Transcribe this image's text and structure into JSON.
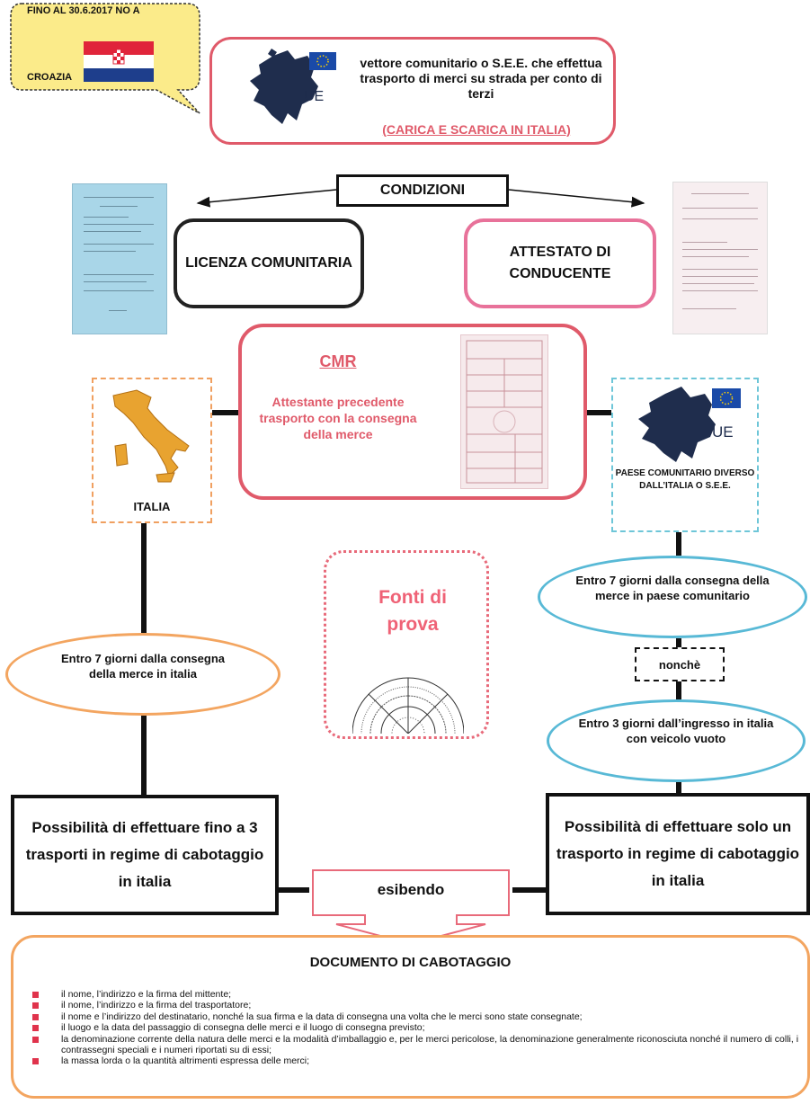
{
  "callout": {
    "line1": "FINO AL 30.6.2017 NO A",
    "line2": "CROAZIA"
  },
  "header": {
    "badge": "UE",
    "description": "vettore comunitario o S.E.E. che effettua trasporto di merci su strada per conto di terzi",
    "subtitle": "(CARICA E SCARICA IN ITALIA)"
  },
  "conditions": {
    "label": "CONDIZIONI",
    "licenza": "LICENZA COMUNITARIA",
    "attestato": "ATTESTATO DI CONDUCENTE"
  },
  "cmr": {
    "title": "CMR",
    "description": "Attestante precedente trasporto con la consegna della merce"
  },
  "left_branch": {
    "country": "ITALIA",
    "deadline": "Entro 7 giorni  dalla consegna della merce in italia",
    "possibility": "Possibilità di effettuare fino a 3 trasporti in regime di cabotaggio in italia"
  },
  "right_branch": {
    "badge": "UE",
    "country": "PAESE COMUNITARIO DIVERSO DALL’ITALIA O S.E.E.",
    "deadline1": "Entro 7 giorni dalla consegna della merce in paese comunitario",
    "connector": "nonchè",
    "deadline2": "Entro 3 giorni dall’ingresso in italia con veicolo vuoto",
    "possibility": "Possibilità di effettuare solo un trasporto in regime di cabotaggio in italia"
  },
  "fonti": {
    "label": "Fonti di prova"
  },
  "exhibit": {
    "label": "esibendo"
  },
  "document": {
    "title": "DOCUMENTO DI CABOTAGGIO",
    "items": [
      "il nome, l’indirizzo e la firma del mittente;",
      "il nome, l’indirizzo e la firma del trasportatore;",
      "il nome e l’indirizzo del destinatario, nonché la sua firma e la data di consegna una volta che le merci sono state consegnate;",
      "il luogo e la data del passaggio di consegna delle merci e il luogo di consegna previsto;",
      "la denominazione corrente della natura delle merci e la modalità d’imballaggio e, per le merci pericolose, la denominazione generalmente riconosciuta nonché il numero di colli, i contrassegni speciali e i numeri riportati su di essi;",
      "la massa lorda o la quantità altrimenti espressa delle merci;"
    ]
  },
  "colors": {
    "accent_red": "#e05a6a",
    "accent_orange": "#f3a560",
    "accent_blue": "#58b9d6",
    "accent_pink": "#e8729a"
  }
}
